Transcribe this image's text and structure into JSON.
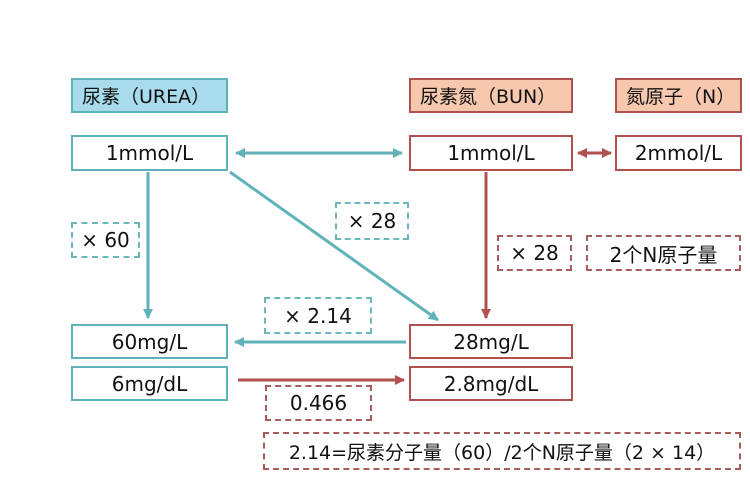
{
  "headers": {
    "urea": "尿素（UREA）",
    "bun": "尿素氮（BUN）",
    "n": "氮原子（N）"
  },
  "boxes": {
    "urea_mmol": "1mmol/L",
    "bun_mmol": "1mmol/L",
    "n_mmol": "2mmol/L",
    "urea_mgl": "60mg/L",
    "urea_mgdl": "6mg/dL",
    "bun_mgl": "28mg/L",
    "bun_mgdl": "2.8mg/dL"
  },
  "factors": {
    "x60": "× 60",
    "x28_diag": "× 28",
    "x28_down": "× 28",
    "n_atoms": "2个N原子量",
    "x214": "× 2.14",
    "f0466": "0.466"
  },
  "note": "2.14=尿素分子量（60）/2个N原子量（2 × 14）",
  "colors": {
    "teal": "#5fb3b8",
    "red": "#b0504f",
    "teal_fill": "#a8dced",
    "red_fill": "#f7c8ad"
  }
}
